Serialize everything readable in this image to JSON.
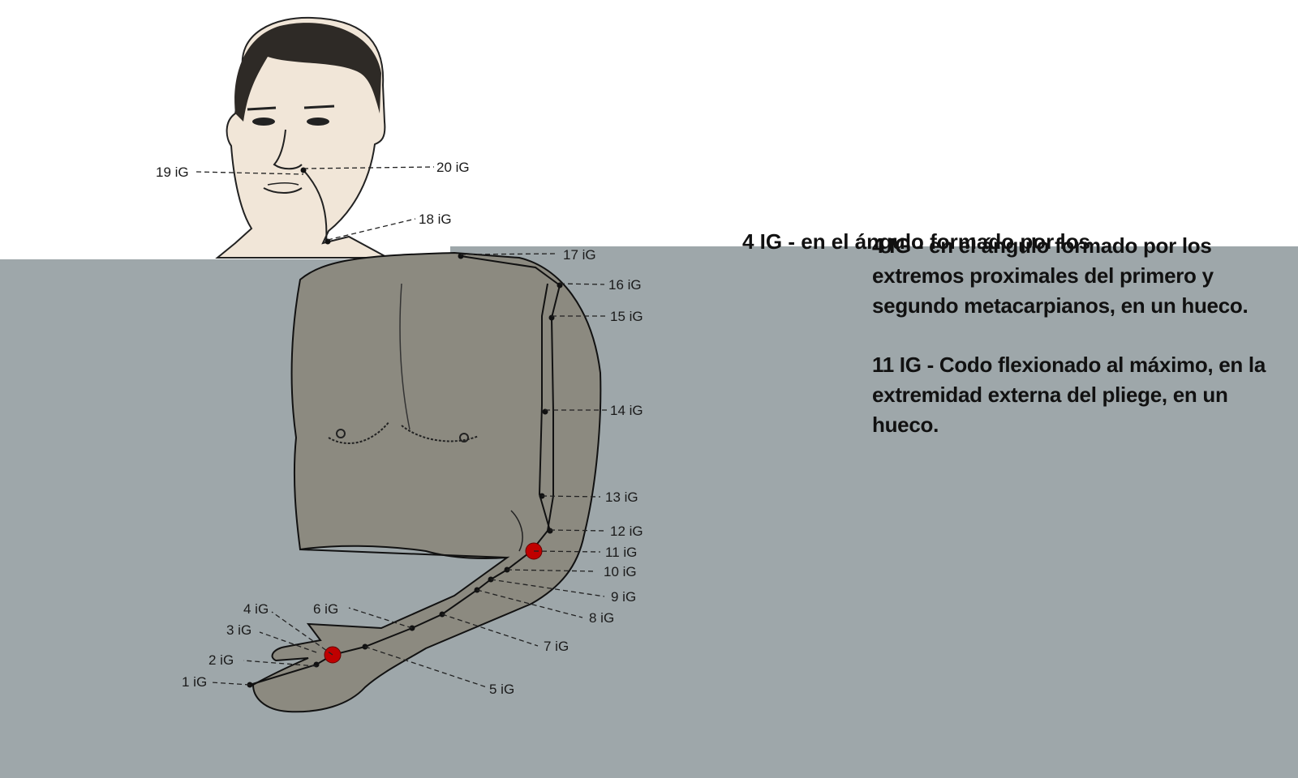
{
  "points": {
    "p19": "19 iG",
    "p20": "20 iG",
    "p18": "18 iG",
    "p17": "17 iG",
    "p16": "16 iG",
    "p15": "15 iG",
    "p14": "14 iG",
    "p13": "13 iG",
    "p12": "12 iG",
    "p11": "11 iG",
    "p10": "10 iG",
    "p9": "9 iG",
    "p8": "8 iG",
    "p7": "7 iG",
    "p6": "6 iG",
    "p5": "5 iG",
    "p4": "4 iG",
    "p3": "3 iG",
    "p2": "2 iG",
    "p1": "1 iG"
  },
  "text": {
    "overlap_line": "4 IG - en el ángulo formado por los",
    "desc4": "4 IG - en el ángulo formado por los extremos proximales del primero y segundo metacarpianos, en un hueco.",
    "desc11": "11 IG - Codo flexionado al máximo, en la extremidad externa del pliege, en un hueco."
  },
  "colors": {
    "panel": "#9ea7aa",
    "body_fill": "#8c8a80",
    "skin": "#f1e6d8",
    "highlight_point": "#c00000"
  }
}
